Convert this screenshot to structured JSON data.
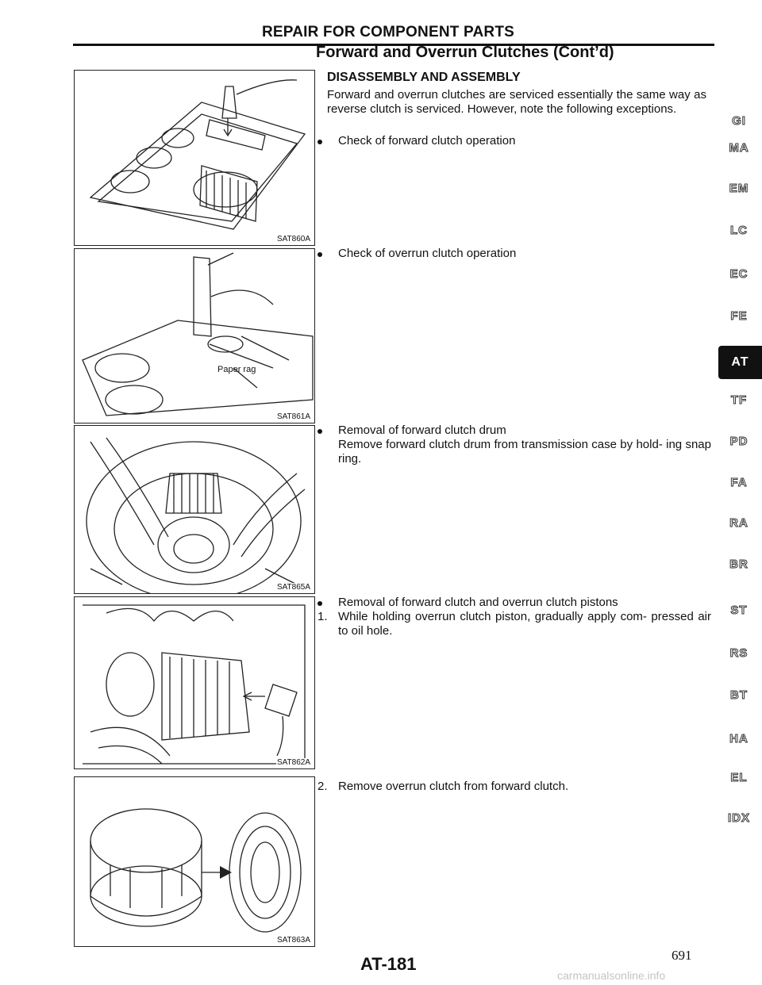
{
  "header": {
    "title": "REPAIR FOR COMPONENT PARTS"
  },
  "section": {
    "title": "Forward and Overrun Clutches (Cont’d)",
    "subtitle": "DISASSEMBLY AND ASSEMBLY",
    "intro": "Forward and overrun clutches are serviced essentially the same way as reverse clutch is serviced. However, note the following exceptions."
  },
  "items": {
    "check_forward": "Check of forward clutch operation",
    "check_overrun": "Check of overrun clutch operation",
    "removal_drum_title": "Removal of forward clutch drum",
    "removal_drum_body": "Remove forward clutch drum from transmission case by hold- ing snap ring.",
    "removal_pistons_title": "Removal of forward clutch and overrun clutch pistons",
    "step1_num": "1.",
    "step1": "While holding overrun clutch piston, gradually apply com- pressed air to oil hole.",
    "step2_num": "2.",
    "step2": "Remove overrun clutch from forward clutch."
  },
  "figures": [
    {
      "code": "SAT860A",
      "note": ""
    },
    {
      "code": "SAT861A",
      "note": "Paper rag"
    },
    {
      "code": "SAT865A",
      "note": ""
    },
    {
      "code": "SAT862A",
      "note": ""
    },
    {
      "code": "SAT863A",
      "note": ""
    }
  ],
  "side_tabs": [
    {
      "label": "GI",
      "active": false
    },
    {
      "label": "MA",
      "active": false
    },
    {
      "label": "EM",
      "active": false
    },
    {
      "label": "LC",
      "active": false
    },
    {
      "label": "EC",
      "active": false
    },
    {
      "label": "FE",
      "active": false
    },
    {
      "label": "AT",
      "active": true
    },
    {
      "label": "TF",
      "active": false
    },
    {
      "label": "PD",
      "active": false
    },
    {
      "label": "FA",
      "active": false
    },
    {
      "label": "RA",
      "active": false
    },
    {
      "label": "BR",
      "active": false
    },
    {
      "label": "ST",
      "active": false
    },
    {
      "label": "RS",
      "active": false
    },
    {
      "label": "BT",
      "active": false
    },
    {
      "label": "HA",
      "active": false
    },
    {
      "label": "EL",
      "active": false
    },
    {
      "label": "IDX",
      "active": false
    }
  ],
  "footer": {
    "code": "AT-181",
    "page": "691"
  },
  "watermark": "carmanualsonline.info"
}
